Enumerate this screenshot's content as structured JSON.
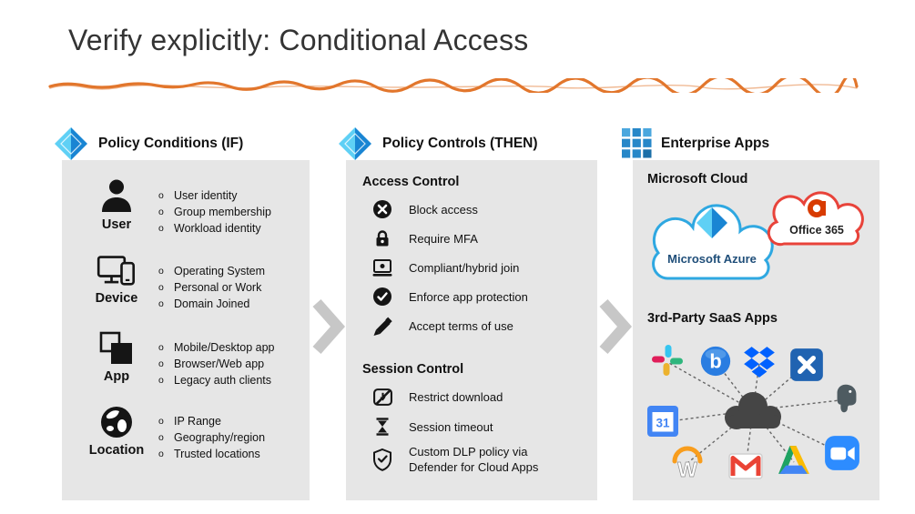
{
  "title": "Verify explicitly: Conditional Access",
  "colors": {
    "accent_underline": "#E2762C",
    "panel_background": "#E6E6E6",
    "azure_light_blue": "#5FD0F5",
    "azure_dark_blue": "#1985D3",
    "azure_cloud_outline": "#2FA8E1",
    "office_red": "#D83B01",
    "office_cloud_outline": "#E8433A",
    "arrow_gray": "#C7C7C7",
    "text_black": "#111111"
  },
  "headers": {
    "conditions": {
      "label": "Policy Conditions (IF)",
      "icon": "azure-ad-diamond-icon"
    },
    "controls": {
      "label": "Policy Controls (THEN)",
      "icon": "azure-ad-diamond-icon"
    },
    "apps": {
      "label": "Enterprise Apps",
      "icon": "apps-grid-icon"
    }
  },
  "conditions": {
    "bullet_marker": "o",
    "rows": [
      {
        "label": "User",
        "icon": "user-icon",
        "bullets": [
          "User identity",
          "Group membership",
          "Workload identity"
        ]
      },
      {
        "label": "Device",
        "icon": "device-icon",
        "bullets": [
          "Operating System",
          "Personal or Work",
          "Domain Joined"
        ]
      },
      {
        "label": "App",
        "icon": "app-icon",
        "bullets": [
          "Mobile/Desktop app",
          "Browser/Web app",
          "Legacy auth clients"
        ]
      },
      {
        "label": "Location",
        "icon": "location-icon",
        "bullets": [
          "IP Range",
          "Geography/region",
          "Trusted locations"
        ]
      }
    ]
  },
  "controls": {
    "sections": [
      {
        "heading": "Access Control",
        "items": [
          {
            "label": "Block access",
            "icon": "block-access-icon"
          },
          {
            "label": "Require MFA",
            "icon": "mfa-lock-icon"
          },
          {
            "label": "Compliant/hybrid join",
            "icon": "compliant-device-icon"
          },
          {
            "label": "Enforce app protection",
            "icon": "check-circle-icon"
          },
          {
            "label": "Accept terms of use",
            "icon": "pencil-icon"
          }
        ]
      },
      {
        "heading": "Session Control",
        "items": [
          {
            "label": "Restrict download",
            "icon": "restrict-download-icon"
          },
          {
            "label": "Session timeout",
            "icon": "hourglass-icon"
          },
          {
            "label": "Custom DLP policy via Defender for Cloud Apps",
            "icon": "shield-check-icon"
          }
        ]
      }
    ]
  },
  "apps": {
    "microsoft_cloud_heading": "Microsoft Cloud",
    "azure_label": "Microsoft Azure",
    "office_label": "Office 365",
    "saas_heading": "3rd-Party SaaS Apps",
    "saas_icons": [
      "slack-icon",
      "blogger-icon",
      "dropbox-icon",
      "x-app-icon",
      "evernote-icon",
      "google-calendar-icon",
      "cloud-hub-icon",
      "workday-icon",
      "gmail-icon",
      "google-drive-icon",
      "zoom-icon"
    ],
    "calendar_day": "31",
    "blogger_letter": "b",
    "workday_letter": "W"
  }
}
